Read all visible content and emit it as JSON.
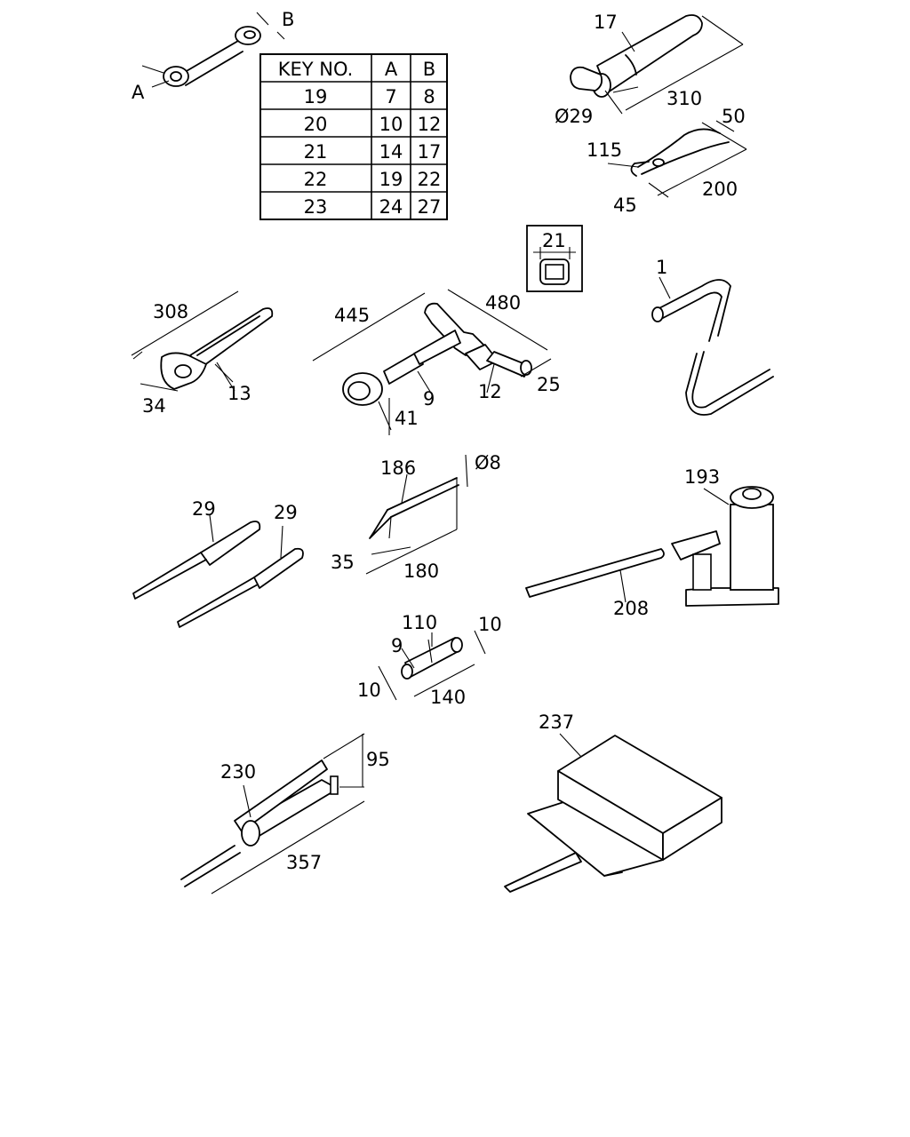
{
  "table": {
    "headers": [
      "KEY NO.",
      "A",
      "B"
    ],
    "rows": [
      [
        "19",
        "7",
        "8"
      ],
      [
        "20",
        "10",
        "12"
      ],
      [
        "21",
        "14",
        "17"
      ],
      [
        "22",
        "19",
        "22"
      ],
      [
        "23",
        "24",
        "27"
      ]
    ]
  },
  "labels": {
    "wrench_a": "A",
    "wrench_b": "B",
    "bar_17": "17",
    "bar_310": "310",
    "bar_d29": "Ø29",
    "pliers_115": "115",
    "pliers_50": "50",
    "pliers_45": "45",
    "pliers_200": "200",
    "socket_21": "21",
    "adjwrench_308": "308",
    "adjwrench_13": "13",
    "adjwrench_34": "34",
    "box_445": "445",
    "box_480": "480",
    "box_9": "9",
    "box_12": "12",
    "box_25": "25",
    "box_41": "41",
    "handle_1": "1",
    "rod_186": "186",
    "rod_d8": "Ø8",
    "rod_35": "35",
    "rod_180": "180",
    "screwdriver_29a": "29",
    "screwdriver_29b": "29",
    "jack_193": "193",
    "jack_208": "208",
    "plug_110": "110",
    "plug_10a": "10",
    "plug_9": "9",
    "plug_10b": "10",
    "plug_140": "140",
    "gun_230": "230",
    "gun_95": "95",
    "gun_357": "357",
    "bag_237": "237"
  }
}
